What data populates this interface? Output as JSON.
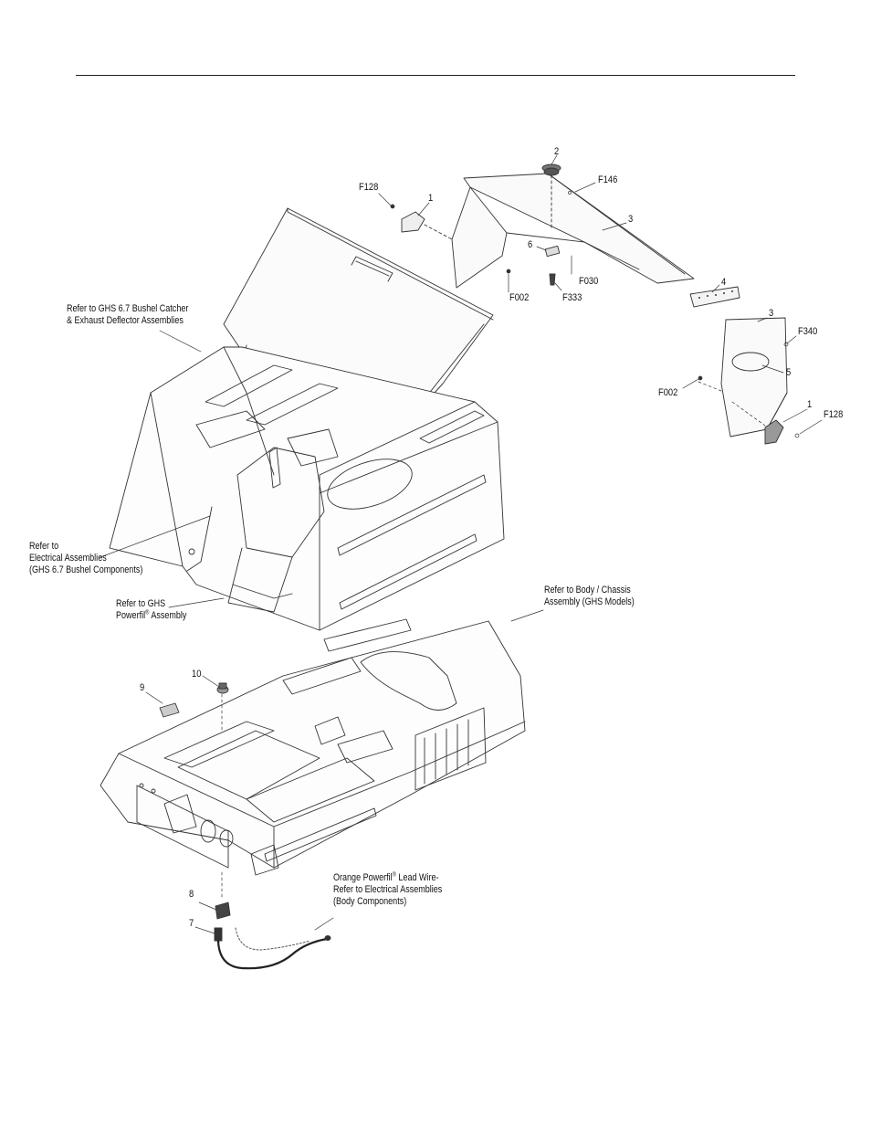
{
  "callouts": {
    "c2": "2",
    "f146": "F146",
    "f128_top": "F128",
    "c1_top": "1",
    "c3_top": "3",
    "c6": "6",
    "f030": "F030",
    "f002_top": "F002",
    "f333": "F333",
    "c4": "4",
    "c3_right": "3",
    "f340": "F340",
    "c5": "5",
    "f002_right": "F002",
    "c1_right": "1",
    "f128_right": "F128",
    "c10": "10",
    "c9": "9",
    "c8": "8",
    "c7": "7"
  },
  "notes": {
    "bushel_catcher": [
      "Refer to GHS 6.7 Bushel Catcher",
      "& Exhaust Deflector Assemblies"
    ],
    "electrical": [
      "Refer to",
      "Electrical Assemblies",
      "(GHS 6.7 Bushel Components)"
    ],
    "powerfill_line1": "Refer to GHS",
    "powerfill_line2_a": "Powerfil",
    "powerfill_line2_b": " Assembly",
    "body_chassis": [
      "Refer to Body / Chassis",
      "Assembly (GHS Models)"
    ],
    "lead_line1_a": "Orange Powerfil",
    "lead_line1_b": " Lead Wire-",
    "lead_line2": "Refer to Electrical Assemblies",
    "lead_line3": "(Body Components)",
    "registered": "®"
  }
}
